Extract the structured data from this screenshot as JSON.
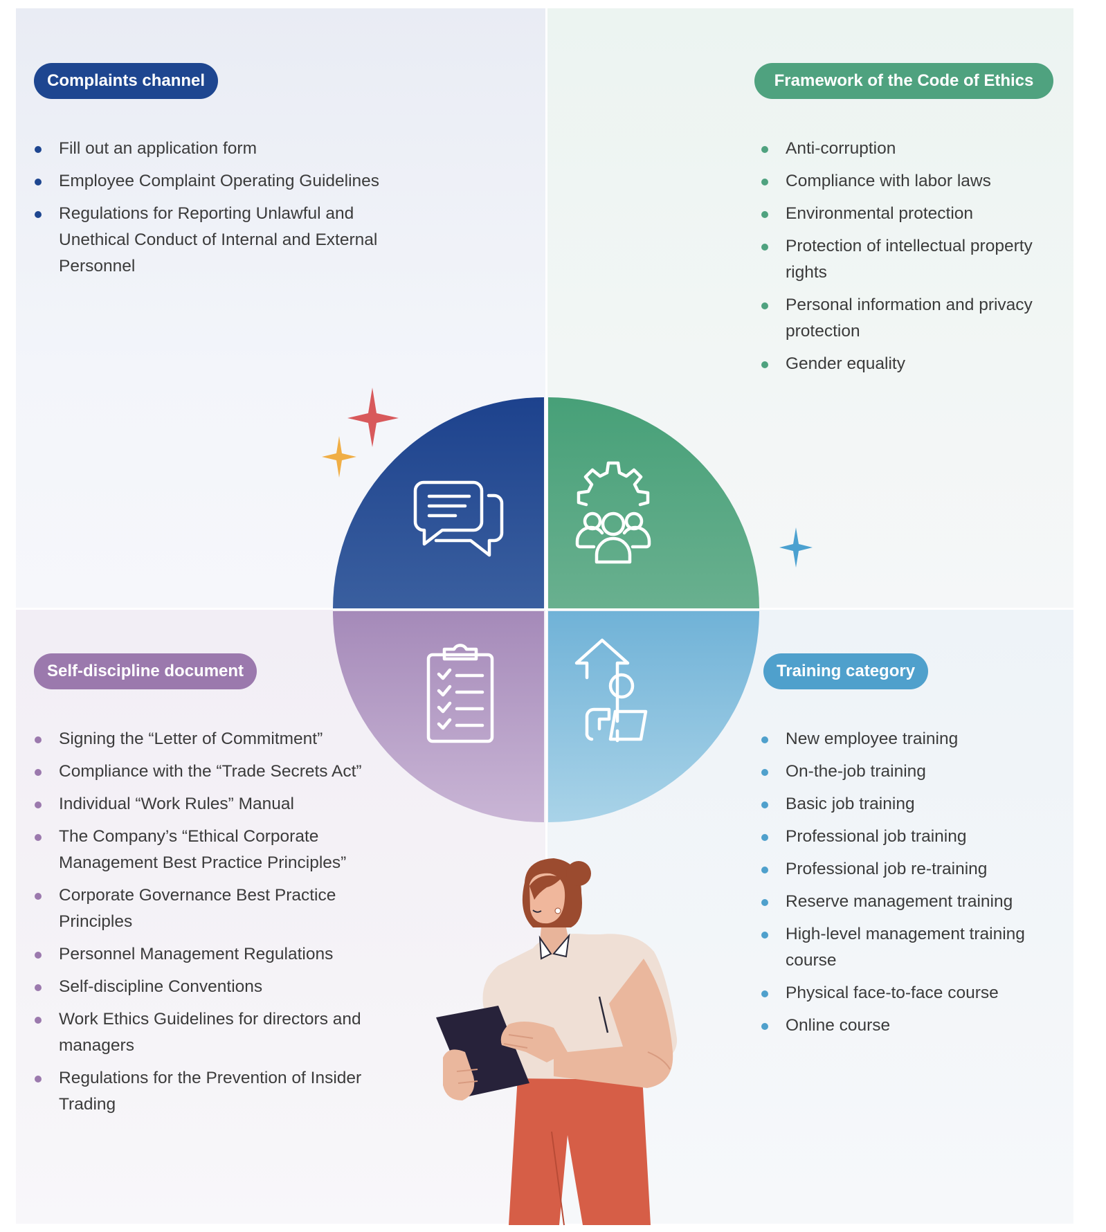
{
  "complaints": {
    "title": "Complaints channel",
    "color": "#1e4690",
    "items": [
      "Fill out an application form",
      "Employee Complaint Operating Guidelines",
      "Regulations for Reporting Unlawful and Unethical Conduct of Internal and External Personnel"
    ]
  },
  "ethics": {
    "title": "Framework of the Code of Ethics",
    "color": "#4fa27f",
    "items": [
      "Anti-corruption",
      "Compliance with labor laws",
      "Environmental protection",
      "Protection of intellectual property rights",
      "Personal information and privacy protection",
      "Gender equality"
    ]
  },
  "self_discipline": {
    "title": "Self-discipline document",
    "color": "#9b79ad",
    "items": [
      "Signing the “Letter of Commitment”",
      "Compliance with the “Trade Secrets Act”",
      "Individual “Work Rules” Manual",
      "The Company’s “Ethical Corporate Management Best Practice Principles”",
      "Corporate Governance Best Practice Principles",
      "Personnel Management Regulations",
      "Self-discipline Conventions",
      "Work Ethics Guidelines for directors and managers",
      "Regulations for the Prevention of Insider Trading"
    ]
  },
  "training": {
    "title": "Training category",
    "color": "#4fa0cc",
    "items": [
      "New employee training",
      "On-the-job training",
      "Basic job training",
      "Professional job training",
      "Professional job re-training",
      "Reserve management training",
      "High-level management training course",
      "Physical face-to-face course",
      "Online course"
    ]
  },
  "icons": {
    "top_left": "chat-bubbles-icon",
    "top_right": "team-gear-icon",
    "bottom_left": "checklist-clipboard-icon",
    "bottom_right": "career-growth-icon"
  }
}
